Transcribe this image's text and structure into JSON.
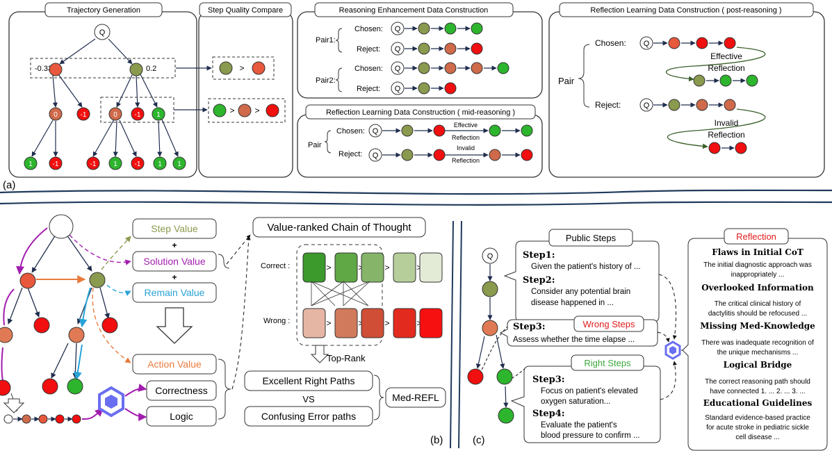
{
  "colors": {
    "green": "#2db52d",
    "olive": "#8a9a4e",
    "orange_red": "#e8583c",
    "red": "#f20f0f",
    "salmon": "#cf6a4b",
    "step_value": "#8a9a4e",
    "solution_value": "#a21caf",
    "remain_value": "#29a3d6",
    "action_value": "#e87b3c",
    "reflection_red": "#e01b1b",
    "right_green": "#3ba83b"
  },
  "part_a": {
    "panel_label": "(a)",
    "trajectory": {
      "title": "Trajectory Generation",
      "root": "Q",
      "left_score": "-0.33",
      "right_score": "0.2",
      "mid_nodes": [
        "0",
        "-1",
        "0",
        "-1",
        "1"
      ],
      "leaf_nodes": [
        "1",
        "-1",
        "-1",
        "1",
        "-1",
        "1",
        "1"
      ]
    },
    "step_quality": {
      "title": "Step Quality Compare",
      "gt": ">"
    },
    "reasoning": {
      "title": "Reasoning Enhancement Data Construction",
      "pair1": "Pair1:",
      "pair2": "Pair2:",
      "chosen": "Chosen:",
      "reject": "Reject:",
      "q": "Q"
    },
    "mid_reflection": {
      "title": "Reflection Learning Data Construction ( mid-reasoning )",
      "pair": "Pair",
      "chosen": "Chosen:",
      "reject": "Reject:",
      "effective": "Effective",
      "invalid": "Invalid",
      "reflection": "Reflection"
    },
    "post_reflection": {
      "title": "Reflection Learning Data Construction ( post-reasoning )",
      "pair": "Pair",
      "chosen": "Chosen:",
      "reject": "Reject:",
      "effective": "Effective",
      "invalid": "Invalid",
      "reflection": "Reflection"
    }
  },
  "part_b": {
    "panel_label": "(b)",
    "values": {
      "step": "Step Value",
      "plus": "+",
      "solution": "Solution Value",
      "remain": "Remain Value",
      "action": "Action Value",
      "correctness": "Correctness",
      "logic": "Logic"
    },
    "chain_title": "Value-ranked Chain of Thought",
    "correct": "Correct :",
    "wrong": "Wrong :",
    "gt": ">",
    "top_rank": "Top-Rank",
    "excellent": "Excellent Right Paths",
    "vs": "VS",
    "confusing": "Confusing Error paths",
    "med_refl": "Med-REFL"
  },
  "part_c": {
    "panel_label": "(c)",
    "q": "Q",
    "public_steps": "Public Steps",
    "step1": "Step1:",
    "step1_text": [
      "Given the patient's history of ..."
    ],
    "step2": "Step2:",
    "step2_text": [
      "Consider any potential brain",
      "disease happened in ..."
    ],
    "wrong_steps": "Wrong Steps",
    "step3_wrong": "Step3:",
    "step3_wrong_text": [
      "Assess whether the time elapse ..."
    ],
    "right_steps": "Right Steps",
    "step3_right": "Step3:",
    "step3_right_text": [
      "Focus on patient's elevated",
      "oxygen saturation..."
    ],
    "step4": "Step4:",
    "step4_text": [
      "Evaluate the patient's",
      "blood pressure to confirm ..."
    ],
    "reflection": {
      "title": "Reflection",
      "flaws": "Flaws in Initial CoT",
      "flaws_text": [
        "The initial diagnostic approach was",
        "inappropriately ..."
      ],
      "overlooked": "Overlooked Information",
      "overlooked_text": [
        "The critical clinical history of",
        "dactylitis should be refocused ..."
      ],
      "missing": "Missing Med-Knowledge",
      "missing_text": [
        "There was inadequate recognition of",
        "the unique mechanisms ..."
      ],
      "bridge": "Logical Bridge",
      "bridge_text": [
        "The correct reasoning path should",
        "have connected 1. ... 2. ... 3. ..."
      ],
      "guidelines": "Educational Guidelines",
      "guidelines_text": [
        "Standard evidence-based practice",
        "for acute stroke in pediatric sickle",
        "cell disease ..."
      ]
    }
  }
}
